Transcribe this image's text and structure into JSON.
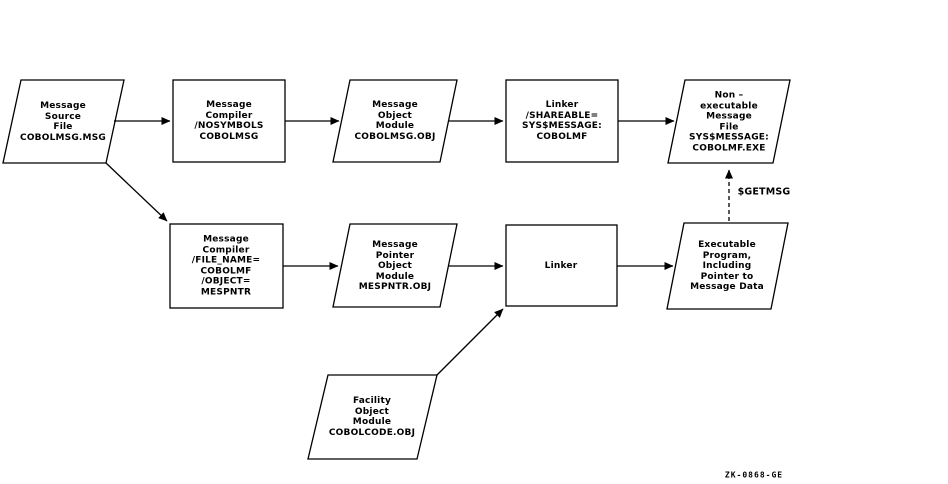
{
  "nodes": {
    "message_source_file": {
      "shape": "parallelogram",
      "label": "Message\nSource\nFile\nCOBOLMSG.MSG"
    },
    "message_compiler_nosymbols": {
      "shape": "rectangle",
      "label": "Message\nCompiler\n/NOSYMBOLS\nCOBOLMSG"
    },
    "message_object_module": {
      "shape": "parallelogram",
      "label": "Message\nObject\nModule\nCOBOLMSG.OBJ"
    },
    "linker_shareable": {
      "shape": "rectangle",
      "label": "Linker\n/SHAREABLE=\nSYS$MESSAGE:\nCOBOLMF"
    },
    "nonexecutable_message_file": {
      "shape": "parallelogram",
      "label": "Non –\nexecutable\nMessage\nFile\nSYS$MESSAGE:\nCOBOLMF.EXE"
    },
    "message_compiler_filename": {
      "shape": "rectangle",
      "label": "Message\nCompiler\n/FILE_NAME=\nCOBOLMF\n/OBJECT=\nMESPNTR"
    },
    "message_pointer_object_module": {
      "shape": "parallelogram",
      "label": "Message\nPointer\nObject\nModule\nMESPNTR.OBJ"
    },
    "linker": {
      "shape": "rectangle",
      "label": "Linker"
    },
    "executable_program": {
      "shape": "parallelogram",
      "label": "Executable\nProgram,\nIncluding\nPointer to\nMessage Data"
    },
    "facility_object_module": {
      "shape": "parallelogram",
      "label": "Facility\nObject\nModule\nCOBOLCODE.OBJ"
    }
  },
  "edge_labels": {
    "getmsg": "$GETMSG"
  },
  "caption": "ZK-0868-GE",
  "colors": {
    "line": "#000000",
    "background": "#ffffff"
  }
}
